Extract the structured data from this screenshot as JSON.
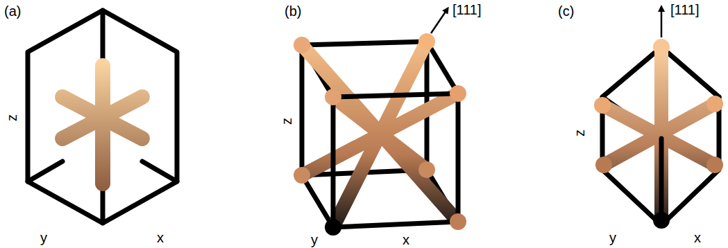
{
  "diagram": {
    "labels": [
      "(a)",
      "z",
      "y",
      "x",
      "(b)",
      "[111]",
      "z",
      "y",
      "x",
      "(c)",
      "[111]",
      "z",
      "y",
      "x"
    ]
  }
}
